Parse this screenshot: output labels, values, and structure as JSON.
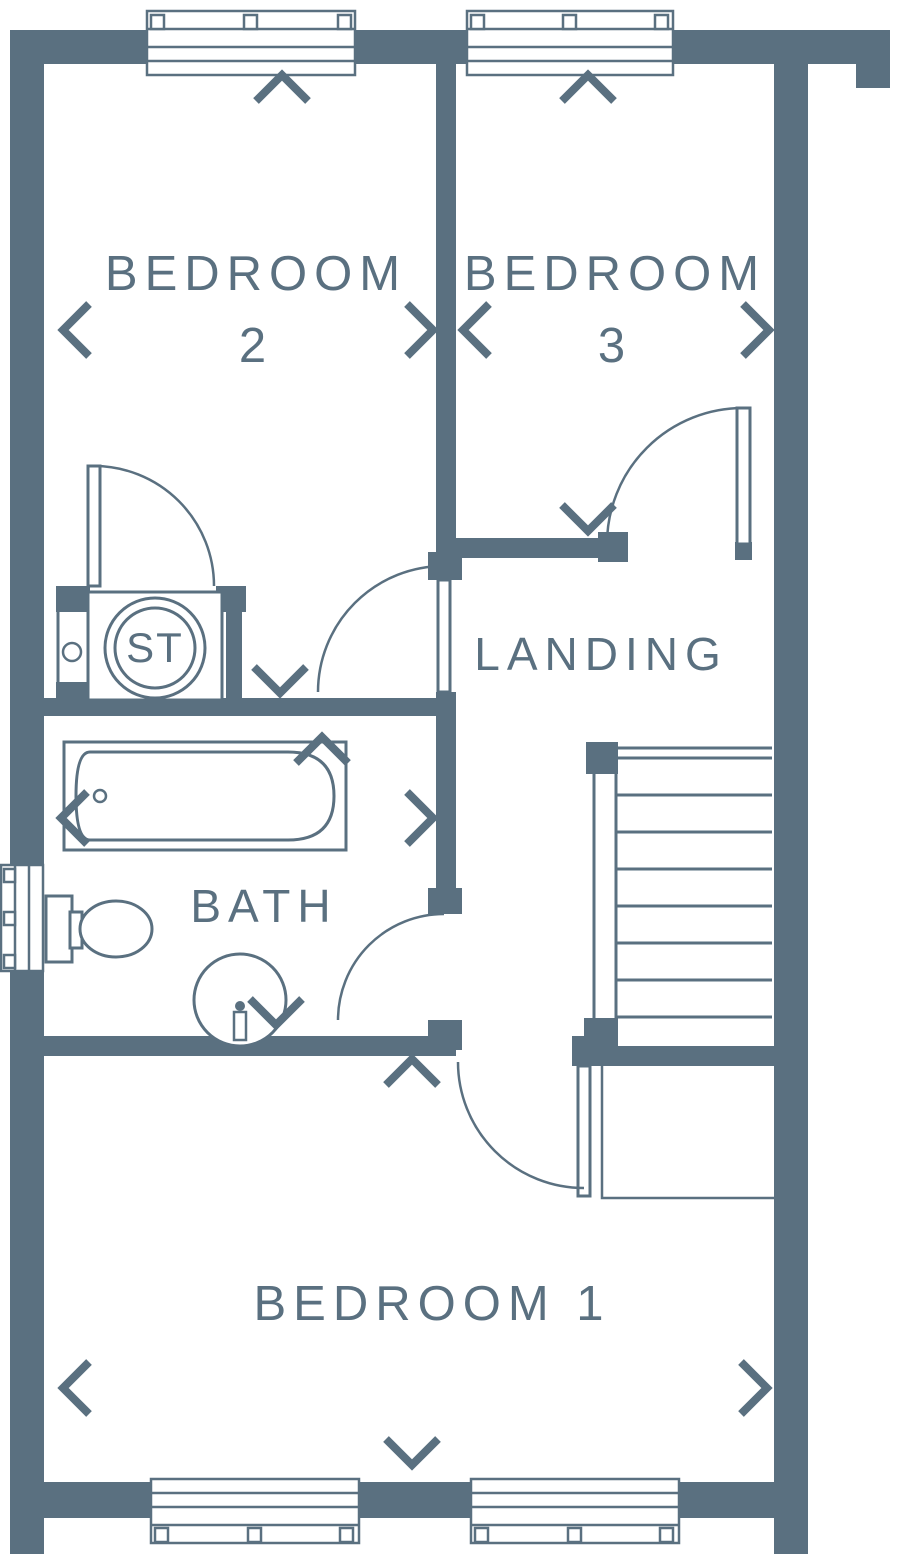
{
  "floorplan": {
    "type": "floor-plan-diagram",
    "wall_color": "#5a7080",
    "line_color": "#5a7080",
    "background_color": "#ffffff",
    "rooms": {
      "bedroom2": {
        "label_line1": "BEDROOM",
        "label_line2": "2"
      },
      "bedroom3": {
        "label_line1": "BEDROOM",
        "label_line2": "3"
      },
      "landing": {
        "label": "LANDING"
      },
      "bath": {
        "label": "BATH"
      },
      "bedroom1": {
        "label": "BEDROOM 1"
      },
      "store": {
        "label": "ST"
      }
    },
    "icons": {
      "windows": [
        "window-top-left",
        "window-top-right",
        "window-side-left",
        "window-bottom-left",
        "window-bottom-right"
      ],
      "doors": [
        "door-bedroom2",
        "door-bedroom3",
        "door-bath",
        "door-bedroom1",
        "door-store"
      ],
      "fixtures": [
        "bathtub-icon",
        "toilet-icon",
        "basin-icon",
        "cylinder-icon",
        "stairs-icon"
      ],
      "markers": [
        "chevron-up-icon",
        "chevron-down-icon",
        "chevron-left-icon",
        "chevron-right-icon"
      ]
    }
  }
}
